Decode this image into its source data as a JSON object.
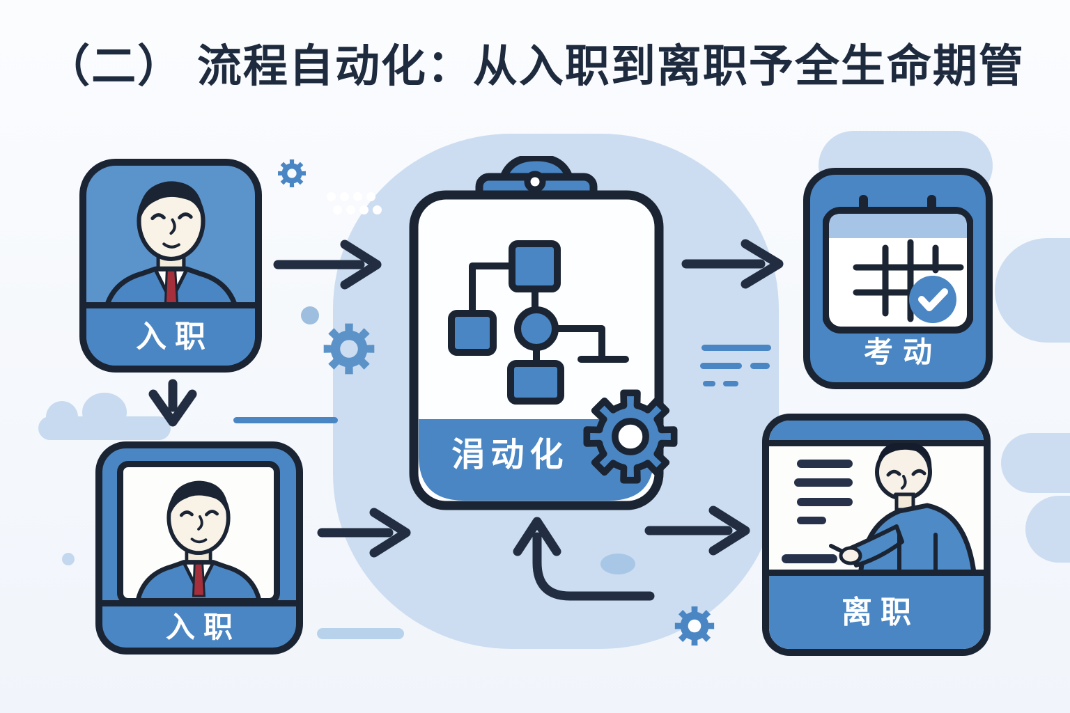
{
  "title": "（二） 流程自动化：从入职到离职予全生命期管",
  "nodes": {
    "onboarding_badge": {
      "label": "入职"
    },
    "onboarding_photo": {
      "label": "入职"
    },
    "automation": {
      "label": "涓动化"
    },
    "attendance": {
      "label": "考动"
    },
    "offboarding": {
      "label": "离职"
    }
  },
  "connections": [
    {
      "from": "onboarding-badge-card",
      "to": "automation-clipboard",
      "type": "arrow-right"
    },
    {
      "from": "onboarding-badge-card",
      "to": "onboarding-photo-card",
      "type": "arrow-down"
    },
    {
      "from": "onboarding-photo-card",
      "to": "automation-clipboard",
      "type": "arrow-right"
    },
    {
      "from": "automation-clipboard",
      "to": "attendance-calendar-card",
      "type": "arrow-right"
    },
    {
      "from": "automation-clipboard",
      "to": "offboarding-card",
      "type": "arrow-right"
    },
    {
      "from": "offboarding-card",
      "to": "automation-clipboard",
      "type": "arrow-curved-up"
    }
  ],
  "icons": [
    "person-icon",
    "clipboard-icon",
    "flowchart-icon",
    "gear-icon",
    "calendar-icon",
    "checkmark-icon",
    "document-lines-icon"
  ],
  "colors": {
    "accent_blue": "#4a86c3",
    "photo_blue": "#5b93cb",
    "light_blob": "#ccddf1",
    "outline_navy": "#1b2433",
    "title_navy": "#1e2a3d",
    "tie_red": "#a5303c",
    "calendar_header": "#a6c4e5",
    "white": "#ffffff"
  }
}
